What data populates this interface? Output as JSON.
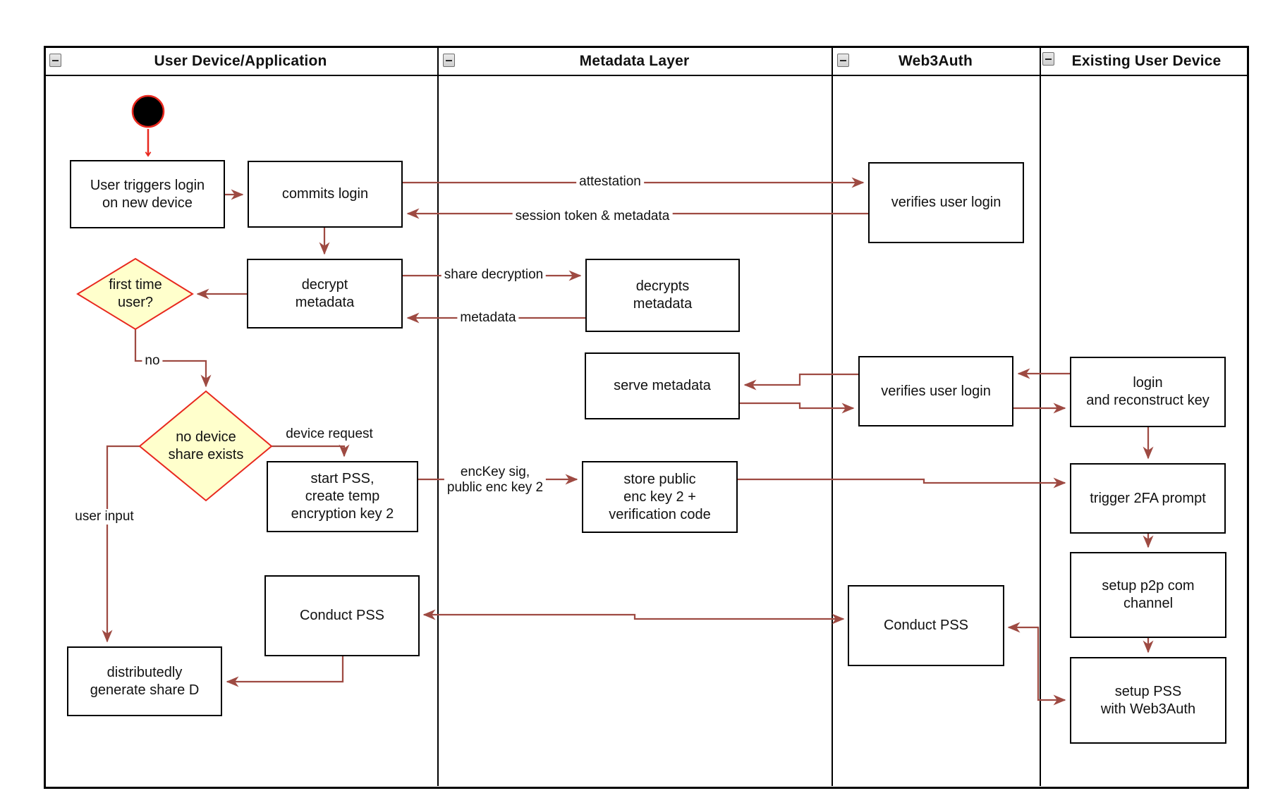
{
  "diagram": {
    "lanes": [
      {
        "label": "User Device/Application"
      },
      {
        "label": "Metadata Layer"
      },
      {
        "label": "Web3Auth"
      },
      {
        "label": "Existing User Device"
      }
    ],
    "nodes": {
      "user_triggers": {
        "text": "User triggers login\non new device"
      },
      "commits_login": {
        "text": "commits login"
      },
      "verifies_login_1": {
        "text": "verifies user login"
      },
      "decrypt_metadata": {
        "text": "decrypt\nmetadata"
      },
      "first_time_user": {
        "text": "first time\nuser?",
        "type": "decision"
      },
      "decrypts_metadata": {
        "text": "decrypts\nmetadata"
      },
      "serve_metadata": {
        "text": "serve metadata"
      },
      "verifies_login_2": {
        "text": "verifies user login"
      },
      "login_reconstruct": {
        "text": "login\nand reconstruct key"
      },
      "no_device_share": {
        "text": "no device\nshare exists",
        "type": "decision"
      },
      "start_pss": {
        "text": "start PSS,\ncreate temp\nencryption key 2"
      },
      "store_public_key": {
        "text": "store public\nenc key 2 +\nverification code"
      },
      "trigger_2fa": {
        "text": "trigger 2FA prompt"
      },
      "setup_p2p": {
        "text": "setup p2p com\nchannel"
      },
      "setup_pss": {
        "text": "setup PSS\nwith Web3Auth"
      },
      "conduct_pss_user": {
        "text": "Conduct PSS"
      },
      "conduct_pss_web3auth": {
        "text": "Conduct PSS"
      },
      "generate_share_d": {
        "text": "distributedly\ngenerate share D"
      }
    },
    "edge_labels": {
      "attestation": "attestation",
      "session_token": "session token & metadata",
      "share_decryption": "share decryption",
      "metadata": "metadata",
      "no": "no",
      "device_request": "device request",
      "enckey": "encKey sig,\npublic enc key 2",
      "user_input": "user input"
    },
    "colors": {
      "arrow": "#9e4a42",
      "accent_red": "#e8281e",
      "decision_fill": "#ffffcc",
      "border": "#000000"
    }
  }
}
